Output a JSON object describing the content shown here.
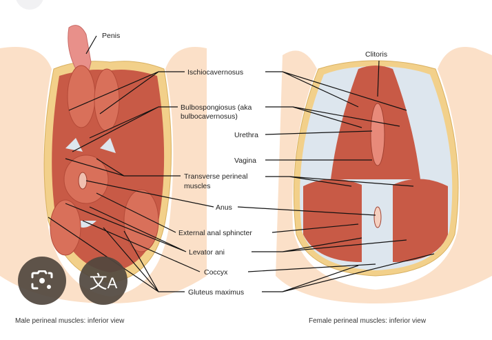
{
  "labels": {
    "penis": "Penis",
    "clitoris": "Clitoris",
    "ischiocavernosus": "Ischiocavernosus",
    "bulbospongiosus_1": "Bulbospongiosus (aka",
    "bulbospongiosus_2": "bulbocavernosus)",
    "urethra": "Urethra",
    "vagina": "Vagina",
    "transverse_1": "Transverse perineal",
    "transverse_2": "muscles",
    "anus": "Anus",
    "external_anal_sphincter": "External anal sphincter",
    "levator_ani": "Levator ani",
    "coccyx": "Coccyx",
    "gluteus_maximus": "Gluteus maximus"
  },
  "captions": {
    "male": "Male perineal muscles: inferior view",
    "female": "Female perineal muscles: inferior view"
  },
  "buttons": {
    "lens": "lens-camera-icon",
    "translate": "translate-icon"
  }
}
